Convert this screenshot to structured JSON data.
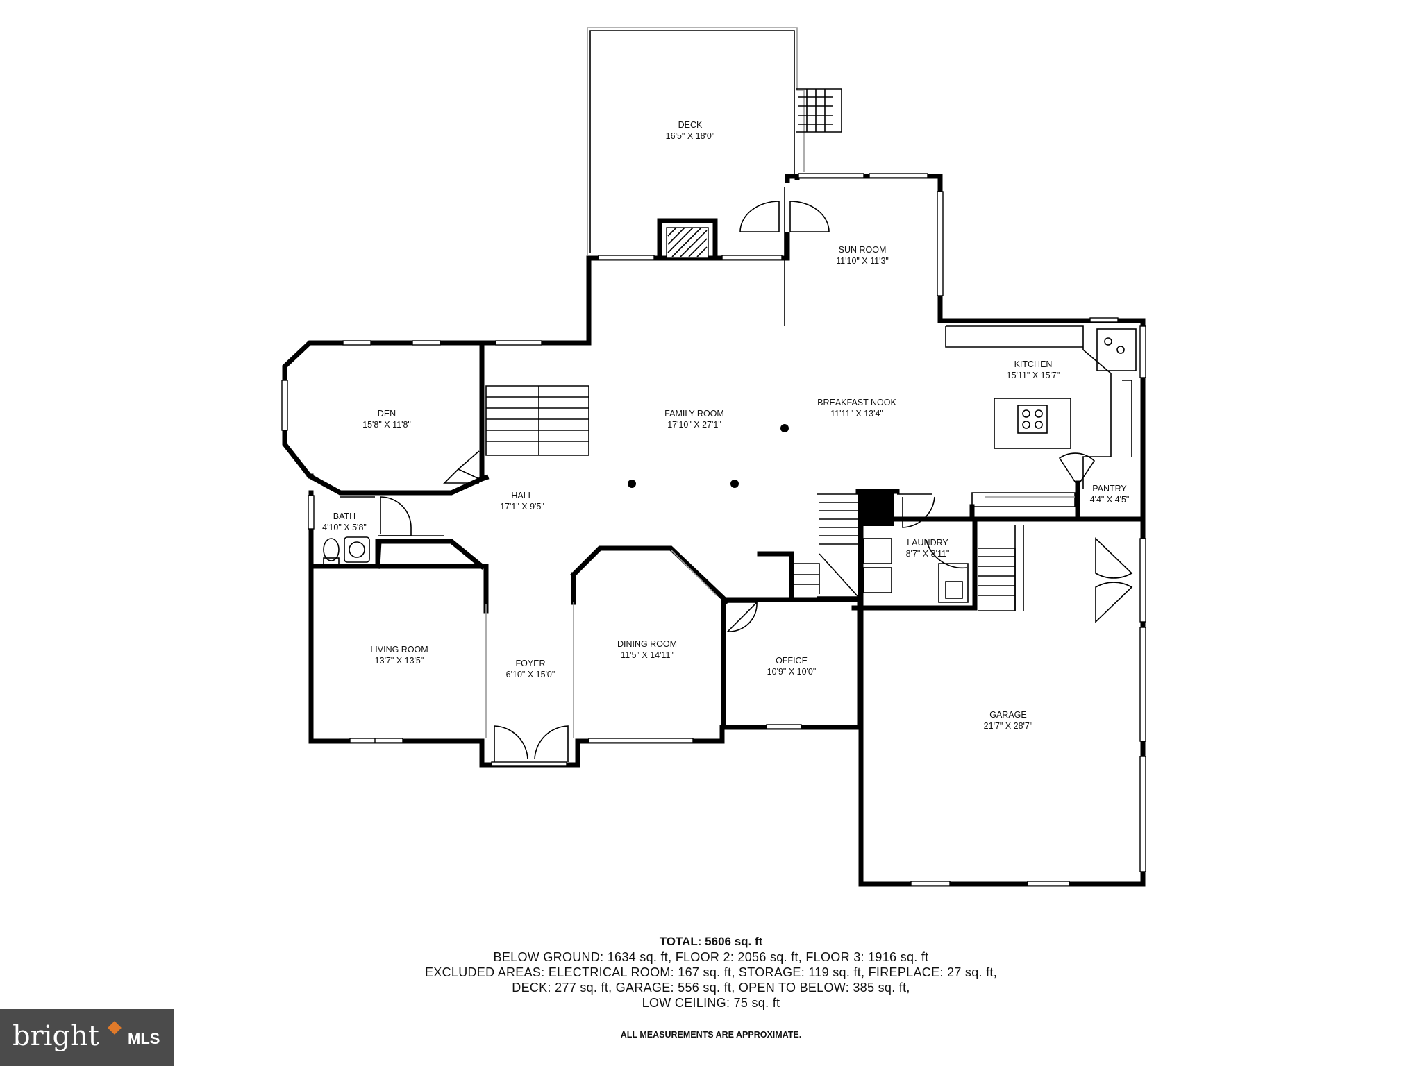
{
  "rooms": {
    "deck": {
      "name": "DECK",
      "dims": "16'5\" X 18'0\""
    },
    "sun_room": {
      "name": "SUN ROOM",
      "dims": "11'10\" X 11'3\""
    },
    "den": {
      "name": "DEN",
      "dims": "15'8\" X 11'8\""
    },
    "family": {
      "name": "FAMILY ROOM",
      "dims": "17'10\" X 27'1\""
    },
    "nook": {
      "name": "BREAKFAST NOOK",
      "dims": "11'11\" X 13'4\""
    },
    "kitchen": {
      "name": "KITCHEN",
      "dims": "15'11\" X 15'7\""
    },
    "hall": {
      "name": "HALL",
      "dims": "17'1\" X 9'5\""
    },
    "bath": {
      "name": "BATH",
      "dims": "4'10\" X 5'8\""
    },
    "pantry": {
      "name": "PANTRY",
      "dims": "4'4\" X 4'5\""
    },
    "laundry": {
      "name": "LAUNDRY",
      "dims": "8'7\" X 8'11\""
    },
    "living": {
      "name": "LIVING ROOM",
      "dims": "13'7\" X 13'5\""
    },
    "foyer": {
      "name": "FOYER",
      "dims": "6'10\" X 15'0\""
    },
    "dining": {
      "name": "DINING ROOM",
      "dims": "11'5\" X 14'11\""
    },
    "office": {
      "name": "OFFICE",
      "dims": "10'9\" X 10'0\""
    },
    "garage": {
      "name": "GARAGE",
      "dims": "21'7\" X 28'7\""
    }
  },
  "summary": {
    "total": "TOTAL: 5606 sq. ft",
    "lines": [
      "BELOW GROUND: 1634 sq. ft, FLOOR 2: 2056 sq. ft, FLOOR 3: 1916 sq. ft",
      "EXCLUDED AREAS: ELECTRICAL ROOM: 167 sq. ft, STORAGE: 119 sq. ft, FIREPLACE: 27 sq. ft,",
      "DECK: 277 sq. ft, GARAGE: 556 sq. ft, OPEN TO BELOW: 385 sq. ft,",
      "LOW CEILING: 75 sq. ft"
    ],
    "note": "ALL MEASUREMENTS ARE APPROXIMATE."
  },
  "logo": {
    "word": "bright",
    "suffix": "MLS"
  }
}
